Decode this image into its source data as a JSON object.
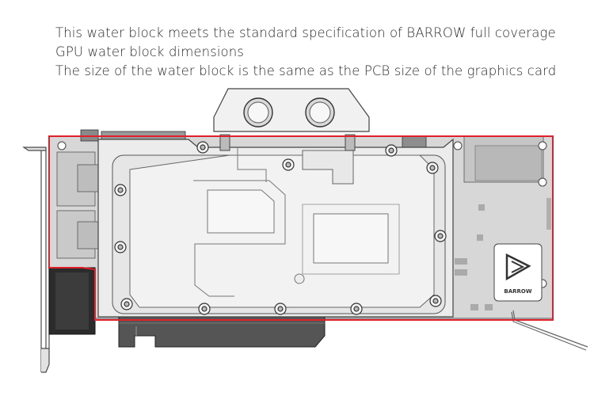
{
  "caption": {
    "line1": "This water block  meets the standard specification of BARROW full coverage",
    "line2": "GPU water block dimensions",
    "line3": "The size of the water block is the same as the PCB size of the graphics card"
  },
  "logo": {
    "brand": "BARROW",
    "icon": "barrow-logo-icon"
  },
  "colors": {
    "highlight_outline": "#e0202a",
    "pcb_fill": "#d7d7d7",
    "block_fill": "#ececec",
    "line": "#4a4a4a"
  }
}
